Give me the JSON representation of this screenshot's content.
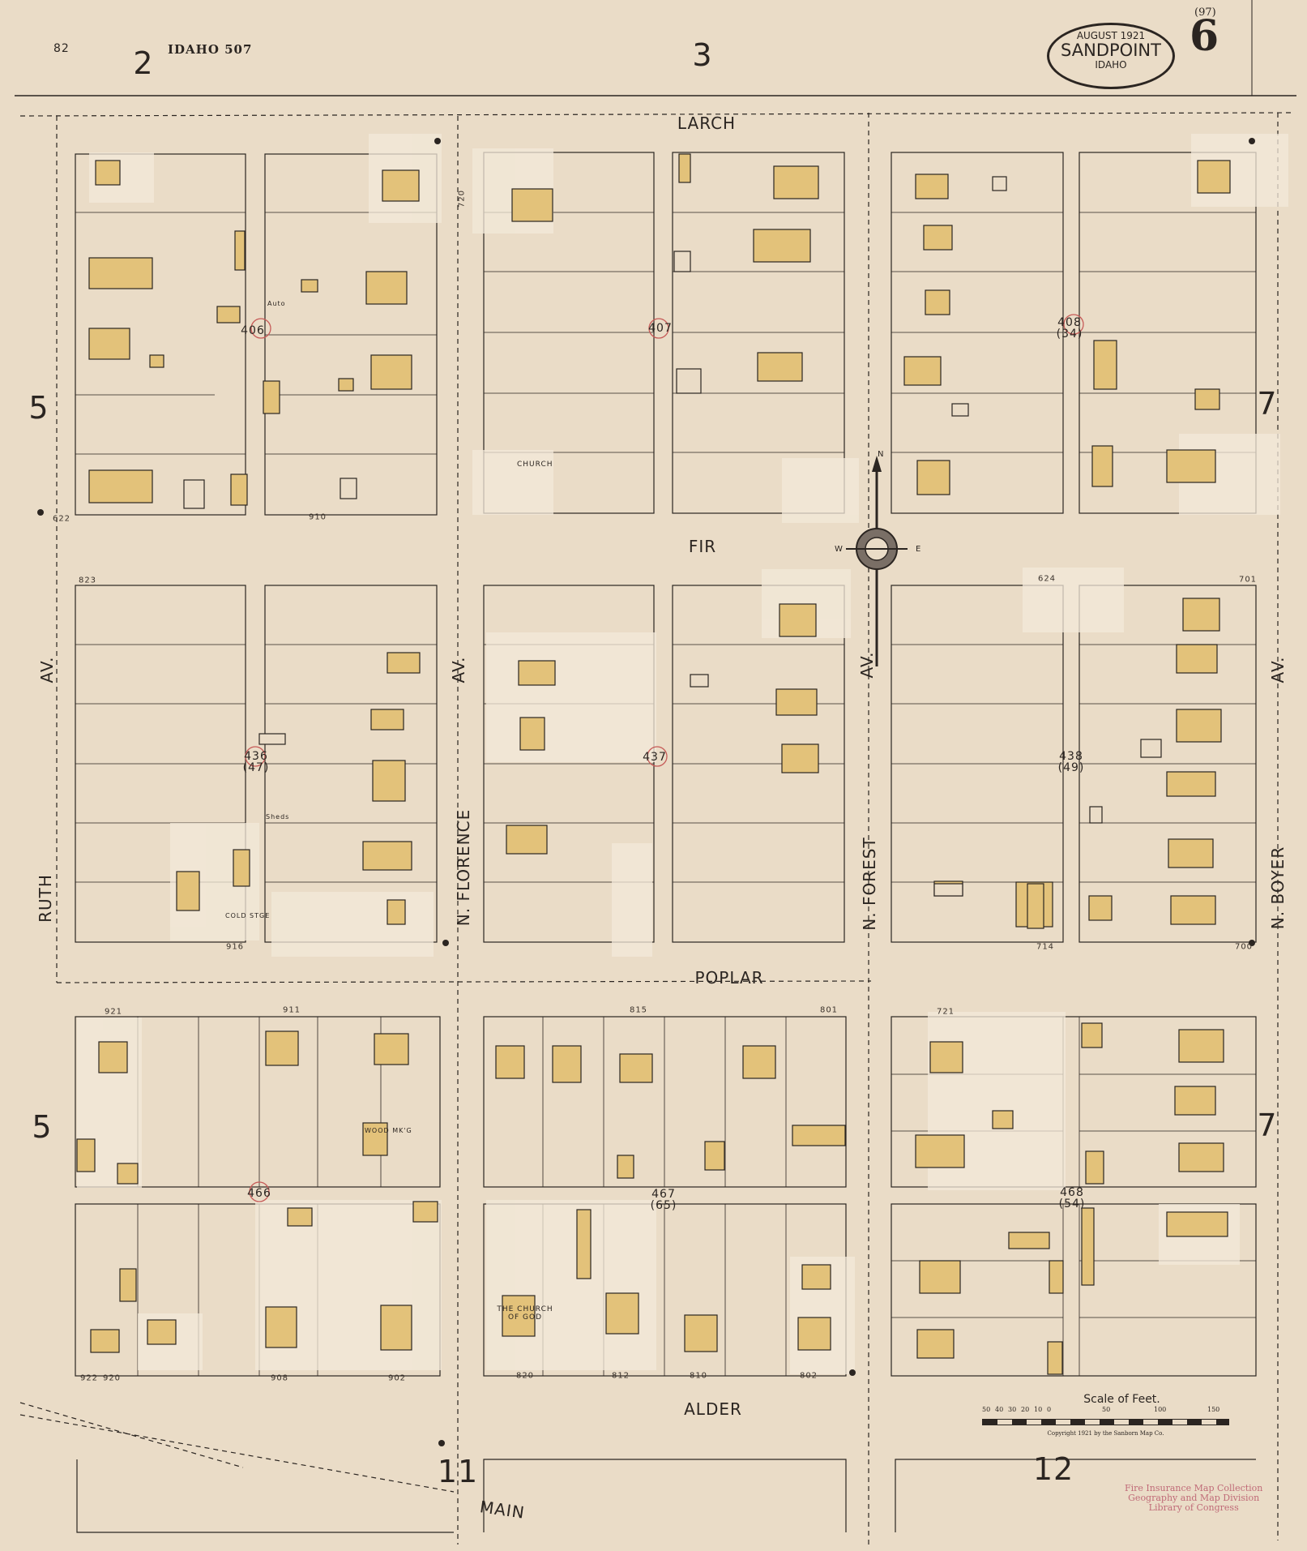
{
  "title_block": {
    "date": "AUGUST 1921",
    "city": "SANDPOINT",
    "state": "IDAHO",
    "sheet_number": "6",
    "sheet_alt": "(97)"
  },
  "header": {
    "corner_number": "82",
    "left_sheet": "2",
    "volume_label": "IDAHO 507",
    "top_sheet": "3"
  },
  "adjacent_sheets": {
    "west_upper": "5",
    "west_lower": "5",
    "east_upper": "7",
    "east_lower": "7",
    "south_left": "11",
    "south_right": "12"
  },
  "streets": {
    "larch": "LARCH",
    "fir": "FIR",
    "poplar": "POPLAR",
    "alder": "ALDER",
    "main": "MAIN",
    "ruth": "RUTH",
    "ruth_av": "AV.",
    "florence": "N. FLORENCE",
    "florence_av": "AV.",
    "forest": "N. FOREST",
    "forest_av": "AV.",
    "boyer": "N. BOYER",
    "boyer_av": "AV."
  },
  "blocks": [
    {
      "num": "406",
      "alt": ""
    },
    {
      "num": "407",
      "alt": ""
    },
    {
      "num": "408",
      "alt": "(34)"
    },
    {
      "num": "436",
      "alt": "(47)"
    },
    {
      "num": "437",
      "alt": ""
    },
    {
      "num": "438",
      "alt": "(49)"
    },
    {
      "num": "466",
      "alt": ""
    },
    {
      "num": "467",
      "alt": "(65)"
    },
    {
      "num": "468",
      "alt": "(54)"
    }
  ],
  "labels": {
    "church_rm": "CHURCH",
    "church_of_god": "THE CHURCH OF GOD",
    "cold_stge": "COLD STGE",
    "wood_mkg": "WOOD MK'G",
    "sheds": "Sheds",
    "auto": "Auto"
  },
  "addresses": {
    "a922": "922",
    "a920": "920",
    "a916": "916",
    "a910": "910",
    "a820": "820",
    "a812": "812",
    "a810": "810",
    "a802": "802",
    "a720": "720",
    "a714": "714",
    "a700": "700",
    "a701": "701",
    "a721": "721",
    "a815": "815",
    "a801": "801",
    "a902": "902",
    "a908": "908",
    "a911": "911",
    "a921": "921",
    "a823": "823",
    "a624": "624",
    "a622": "622"
  },
  "scale": {
    "title": "Scale of Feet.",
    "ticks": [
      "50",
      "40",
      "30",
      "20",
      "10",
      "0",
      "50",
      "100",
      "150"
    ],
    "copyright": "Copyright 1921 by the Sanborn Map Co."
  },
  "stamp": {
    "line1": "Fire Insurance Map Collection",
    "line2": "Geography and Map Division",
    "line3": "Library of Congress"
  },
  "compass": {
    "n": "N",
    "e": "E",
    "w": "W"
  },
  "colors": {
    "paper": "#eadcc7",
    "frame": "#e2d4bf",
    "dwelling": "#e3c27a",
    "paste": "#f3ead9",
    "ink": "#2b2521",
    "stamp": "#c06b78"
  }
}
